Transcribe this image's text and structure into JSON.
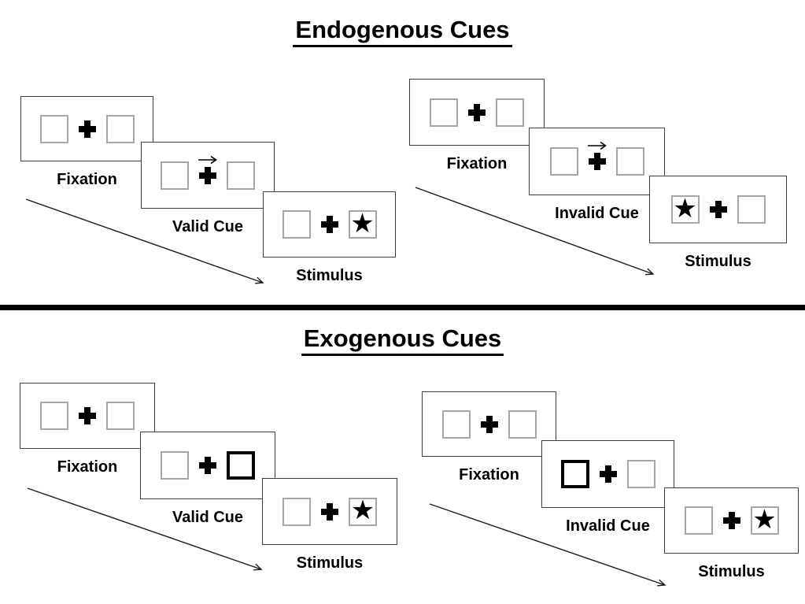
{
  "figure": {
    "description": "Posner attention cueing paradigm diagram"
  },
  "glyphs": {
    "star": "★"
  },
  "colors": {
    "background": "#ffffff",
    "text": "#000000",
    "panel_border": "#3f3f3f",
    "placeholder_box_border": "#a6a6a6",
    "bold_cue_border": "#000000",
    "divider": "#000000",
    "arrow": "#1a1a1a"
  },
  "sections": [
    {
      "id": "endogenous",
      "title": "Endogenous Cues",
      "trials": [
        {
          "id": "endogenous-valid",
          "panels": [
            {
              "type": "fixation",
              "label": "Fixation",
              "left_box": "plain",
              "right_box": "plain",
              "cue_arrow": false
            },
            {
              "type": "valid-cue",
              "label": "Valid Cue",
              "left_box": "plain",
              "right_box": "plain",
              "cue_arrow": true
            },
            {
              "type": "stimulus",
              "label": "Stimulus",
              "left_box": "plain",
              "right_box": "star",
              "cue_arrow": false
            }
          ]
        },
        {
          "id": "endogenous-invalid",
          "panels": [
            {
              "type": "fixation",
              "label": "Fixation",
              "left_box": "plain",
              "right_box": "plain",
              "cue_arrow": false
            },
            {
              "type": "invalid-cue",
              "label": "Invalid Cue",
              "left_box": "plain",
              "right_box": "plain",
              "cue_arrow": true
            },
            {
              "type": "stimulus",
              "label": "Stimulus",
              "left_box": "star",
              "right_box": "plain",
              "cue_arrow": false
            }
          ]
        }
      ]
    },
    {
      "id": "exogenous",
      "title": "Exogenous Cues",
      "trials": [
        {
          "id": "exogenous-valid",
          "panels": [
            {
              "type": "fixation",
              "label": "Fixation",
              "left_box": "plain",
              "right_box": "plain",
              "cue_arrow": false
            },
            {
              "type": "valid-cue",
              "label": "Valid Cue",
              "left_box": "plain",
              "right_box": "bold",
              "cue_arrow": false
            },
            {
              "type": "stimulus",
              "label": "Stimulus",
              "left_box": "plain",
              "right_box": "star",
              "cue_arrow": false
            }
          ]
        },
        {
          "id": "exogenous-invalid",
          "panels": [
            {
              "type": "fixation",
              "label": "Fixation",
              "left_box": "plain",
              "right_box": "plain",
              "cue_arrow": false
            },
            {
              "type": "invalid-cue",
              "label": "Invalid Cue",
              "left_box": "bold",
              "right_box": "plain",
              "cue_arrow": false
            },
            {
              "type": "stimulus",
              "label": "Stimulus",
              "left_box": "plain",
              "right_box": "star",
              "cue_arrow": false
            }
          ]
        }
      ]
    }
  ]
}
